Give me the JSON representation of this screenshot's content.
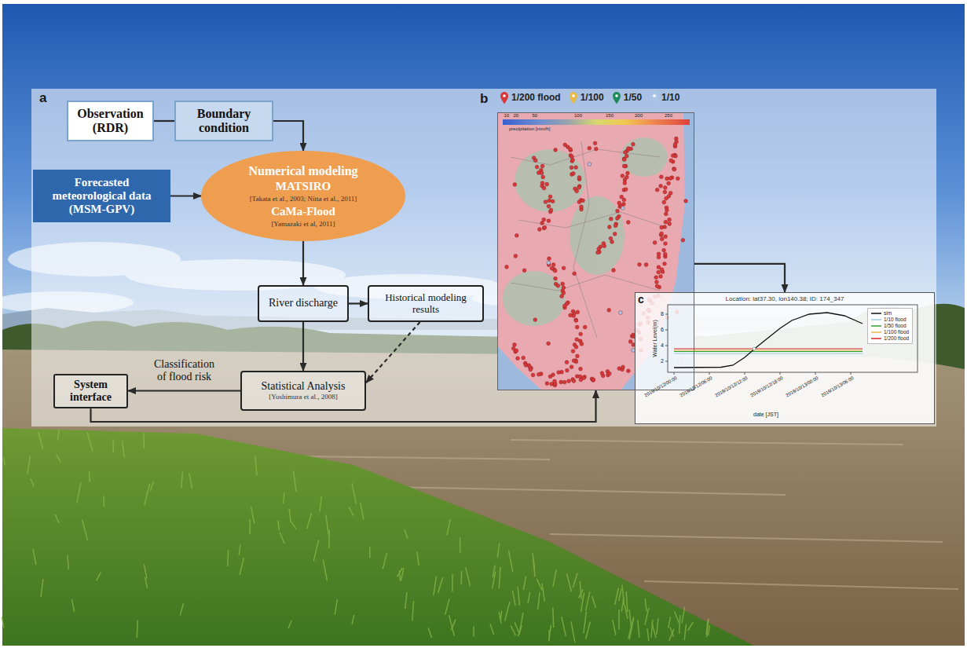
{
  "diagram": {
    "nodes": [
      {
        "text": [
          "Observation (RDR)"
        ]
      },
      {
        "text": [
          "Boundary condition"
        ]
      },
      {
        "text": [
          "Forecasted meteorological data (MSM-GPV)"
        ]
      },
      {
        "text": [
          "Numerical modeling",
          "MATSIRO",
          "[Takata et al., 2003; Nitta et al., 2011]",
          "CaMa-Flood",
          "[Yamazaki et al, 2011]"
        ]
      },
      {
        "text": [
          "River discharge"
        ]
      },
      {
        "text": [
          "Historical modeling results"
        ]
      },
      {
        "text": [
          "Statistical Analysis",
          "[Yoshimura et al., 2008]"
        ]
      },
      {
        "text": [
          "System interface"
        ]
      },
      {
        "text": [
          "precipitation [mm/h]"
        ]
      },
      {
        "text": [
          "Location: lat37.30, lon140.38; ID: 174_347"
        ]
      }
    ],
    "edges": [
      {
        "from": 0,
        "to": 1,
        "arrow": "none"
      },
      {
        "from": 1,
        "to": 3,
        "arrow": "to"
      },
      {
        "from": 2,
        "to": 3,
        "arrow": "to"
      },
      {
        "from": 3,
        "to": 4,
        "arrow": "to"
      },
      {
        "from": 4,
        "to": 5,
        "arrow": "to"
      },
      {
        "from": 4,
        "to": 6,
        "arrow": "to"
      },
      {
        "from": 5,
        "to": 6,
        "arrow": "to"
      },
      {
        "from": 6,
        "to": 7,
        "label": "Classification of flood risk",
        "arrow": "to"
      },
      {
        "from": 7,
        "to": 8,
        "arrow": "to"
      },
      {
        "from": 8,
        "to": 9,
        "arrow": "to"
      }
    ],
    "labels": [
      "a",
      "b",
      "c",
      "10",
      "20",
      "50",
      "100",
      "150",
      "200",
      "250",
      "Water Level(m)",
      "2",
      "4",
      "6",
      "8",
      "2019/10/12/00:00",
      "2019/10/12/06:00",
      "2019/10/12/12:00",
      "2019/10/12/18:00",
      "2019/10/13/00:00",
      "2019/10/13/06:00",
      "date [JST]"
    ],
    "legend": [
      {
        "text": "1/200 flood",
        "color": "#d9383a"
      },
      {
        "text": "1/100",
        "color": "#e8b84a"
      },
      {
        "text": "1/50",
        "color": "#1e8a5a"
      },
      {
        "text": "1/10",
        "color": "#a9c6e8"
      },
      {
        "text": "sim"
      },
      {
        "text": "1/10 flood"
      },
      {
        "text": "1/50 flood"
      },
      {
        "text": "1/100 flood"
      },
      {
        "text": "1/200 flood"
      }
    ]
  }
}
